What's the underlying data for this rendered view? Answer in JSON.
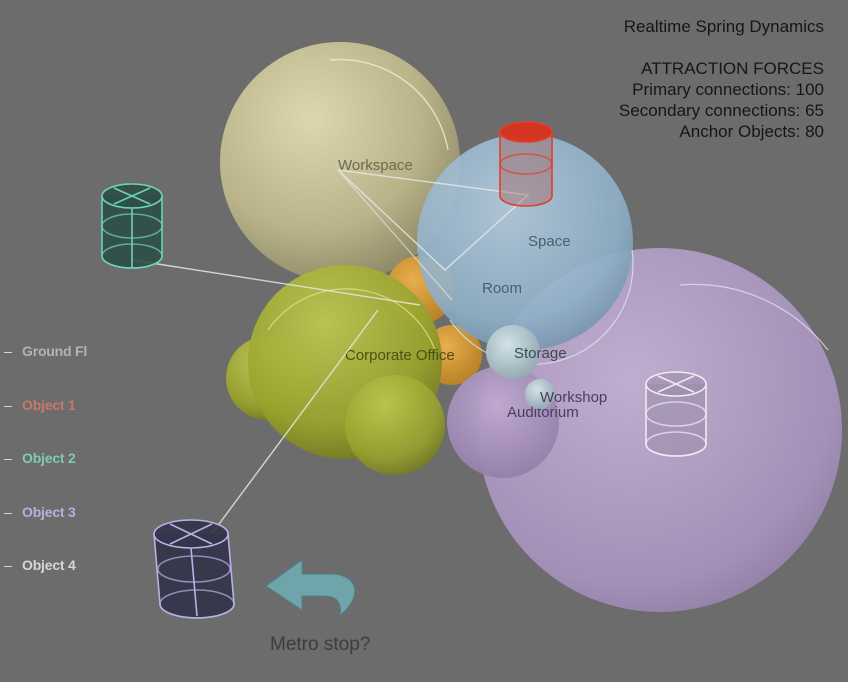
{
  "hud": {
    "title": "Realtime Spring Dynamics",
    "forces_heading": "ATTRACTION FORCES",
    "primary": "Primary connections: 100",
    "secondary": "Secondary connections: 65",
    "anchor": "Anchor Objects: 80"
  },
  "legend": [
    {
      "label": "Ground Fl",
      "color": "#b4b4b4"
    },
    {
      "label": "Object 1",
      "color": "#c9786b"
    },
    {
      "label": "Object 2",
      "color": "#7fcab4"
    },
    {
      "label": "Object 3",
      "color": "#b6b0dc"
    },
    {
      "label": "Object 4",
      "color": "#d6d6d6"
    }
  ],
  "spheres": {
    "workspace": "Workspace",
    "space": "Space",
    "room": "Room",
    "storage": "Storage",
    "corporate": "Corporate Office",
    "workshop": "Workshop",
    "auditorium": "Auditorium"
  },
  "annotation": "Metro stop?",
  "colors": {
    "background": "#6c6c6c",
    "workspace": "#cfc89a",
    "space": "#9ab8cf",
    "large_purple": "#b39ec6",
    "corporate": "#a9b430",
    "orange": "#d99a2e",
    "object2_cylinder": "#6fd2b2",
    "object1_cylinder": "#e0402a",
    "object3_cylinder": "#b5b2e6",
    "workshop_cylinder": "#e6e0ee",
    "arrow": "#6fa4aa"
  }
}
